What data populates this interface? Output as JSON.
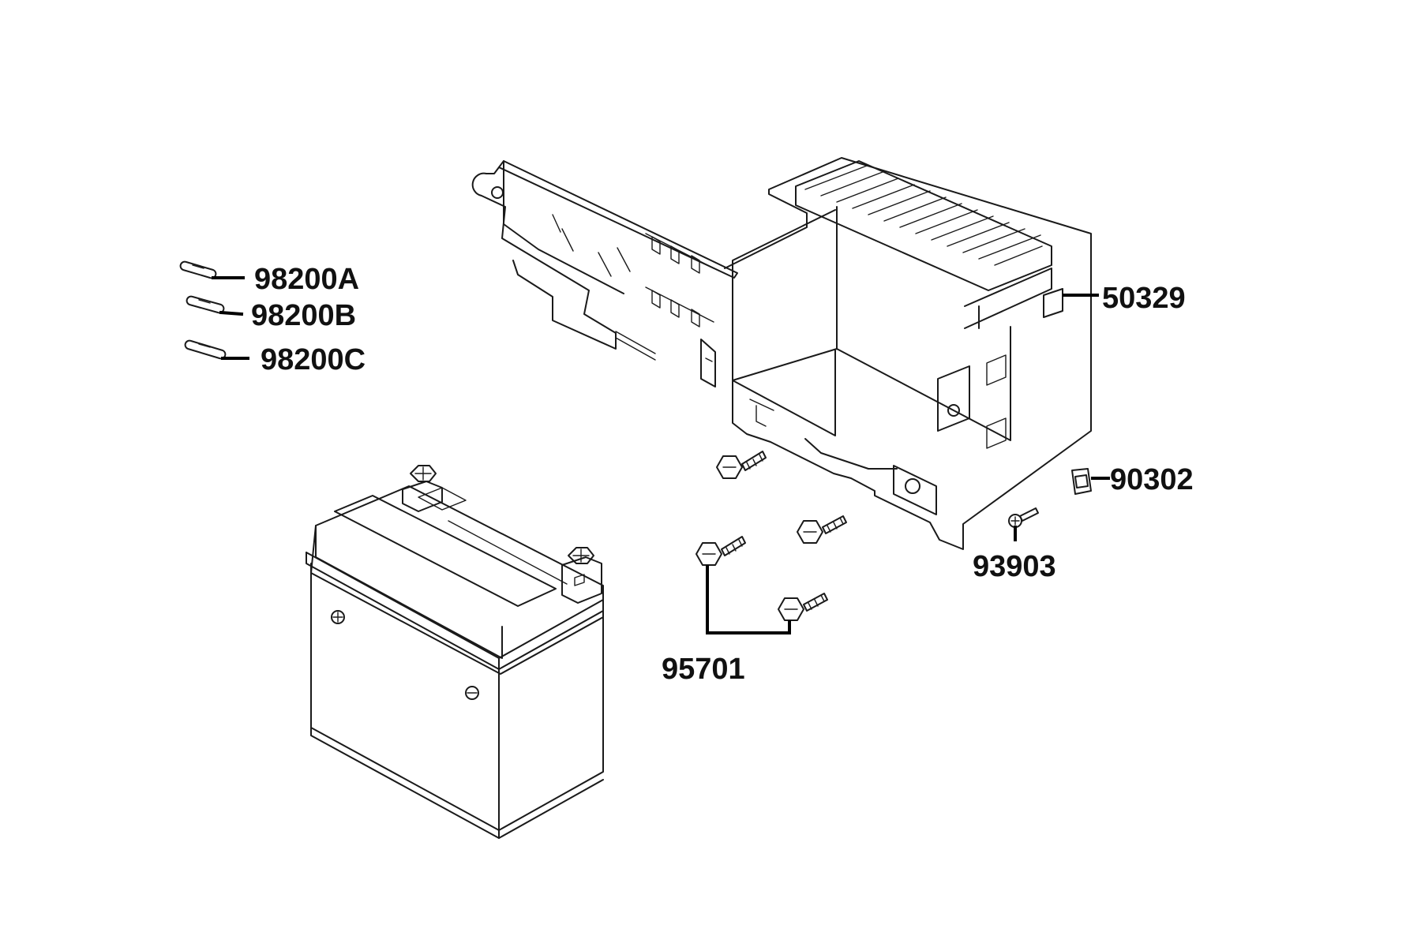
{
  "callouts": {
    "p98200A": "98200A",
    "p98200B": "98200B",
    "p98200C": "98200C",
    "p50329": "50329",
    "p90302": "90302",
    "p93903": "93903",
    "p95701": "95701"
  },
  "colors": {
    "line": "#1a1a1a",
    "background": "#ffffff"
  }
}
